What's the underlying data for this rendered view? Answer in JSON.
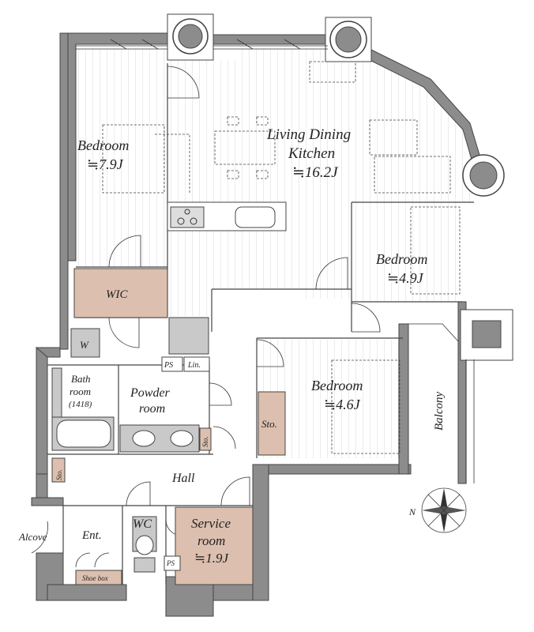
{
  "rooms": {
    "bedroom1": {
      "name": "Bedroom",
      "size": "≒7.9J"
    },
    "ldk": {
      "name_line1": "Living Dining",
      "name_line2": "Kitchen",
      "size": "≒16.2J"
    },
    "bedroom2": {
      "name": "Bedroom",
      "size": "≒4.9J"
    },
    "bedroom3": {
      "name": "Bedroom",
      "size": "≒4.6J"
    },
    "wic": {
      "name": "WIC"
    },
    "w": {
      "name": "W"
    },
    "ps1": {
      "name": "PS"
    },
    "lin": {
      "name": "Lin."
    },
    "bath": {
      "name_line1": "Bath",
      "name_line2": "room",
      "name_line3": "(1418)"
    },
    "powder": {
      "name_line1": "Powder",
      "name_line2": "room"
    },
    "sto1": {
      "name": "Sto."
    },
    "sto2": {
      "name": "Sto."
    },
    "sto3": {
      "name": "Sto."
    },
    "balcony": {
      "name": "Balcony"
    },
    "hall": {
      "name": "Hall"
    },
    "alcove": {
      "name": "Alcove"
    },
    "entrance": {
      "name": "Ent."
    },
    "wc": {
      "name": "WC"
    },
    "service": {
      "name_line1": "Service",
      "name_line2": "room",
      "size": "≒1.9J"
    },
    "ps2": {
      "name": "PS"
    },
    "shoebox": {
      "name": "Shoe box"
    }
  },
  "compass": {
    "north": "N"
  },
  "colors": {
    "tan": "#dcbfae",
    "grey": "#c9c9c9",
    "wall": "#8c8c8c"
  }
}
